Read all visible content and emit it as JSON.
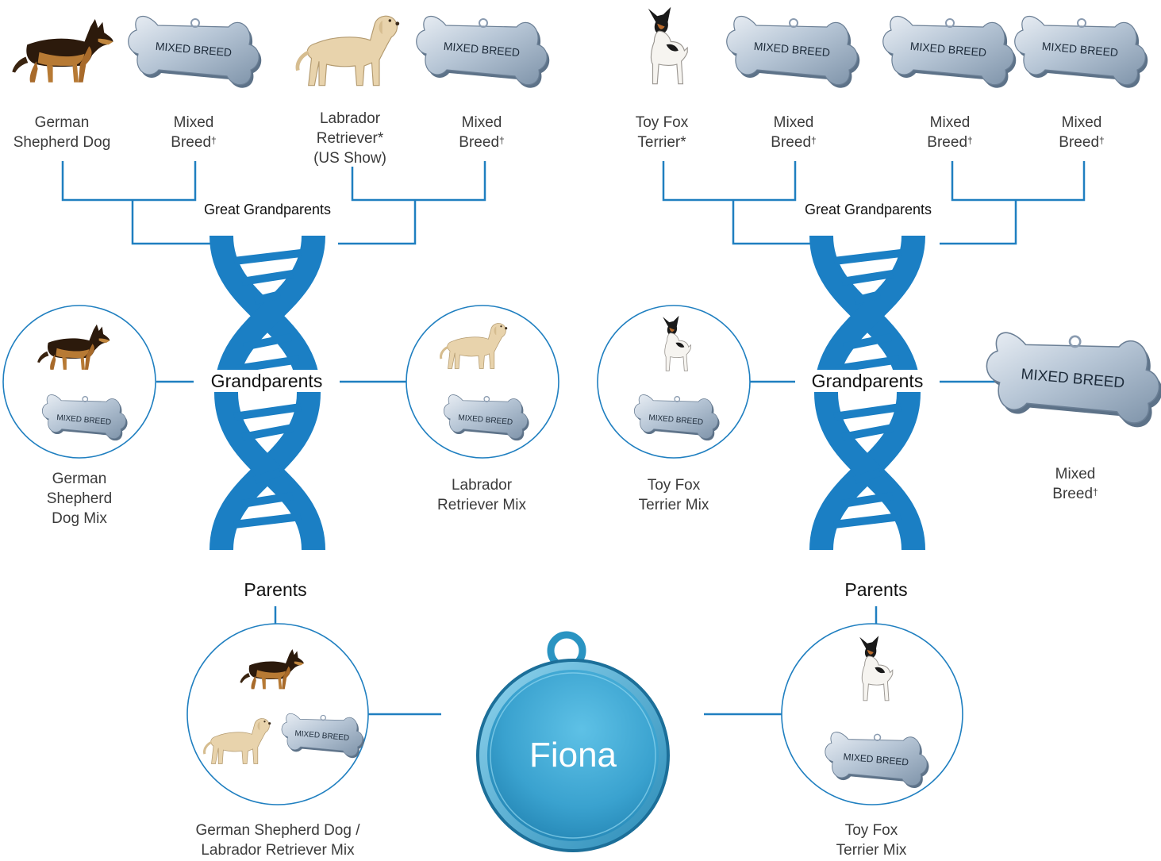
{
  "colors": {
    "line": "#1f7fc0",
    "helix": "#1b7fc4",
    "tag": "#8ea3b8",
    "fiona_disc": "#3aa6d0"
  },
  "great_grandparents": [
    {
      "breed": "German Shepherd Dog",
      "lines": [
        "German",
        "Shepherd Dog"
      ],
      "image": "german-shepherd"
    },
    {
      "breed": "Mixed Breed",
      "lines": [
        "Mixed",
        "Breed"
      ],
      "mark": "†",
      "image": "mixed-breed-tag"
    },
    {
      "breed": "Labrador Retriever* (US Show)",
      "lines": [
        "Labrador",
        "Retriever*",
        "(US Show)"
      ],
      "image": "labrador"
    },
    {
      "breed": "Mixed Breed",
      "lines": [
        "Mixed",
        "Breed"
      ],
      "mark": "†",
      "image": "mixed-breed-tag"
    },
    {
      "breed": "Toy Fox Terrier*",
      "lines": [
        "Toy Fox",
        "Terrier*"
      ],
      "image": "toy-fox-terrier"
    },
    {
      "breed": "Mixed Breed",
      "lines": [
        "Mixed",
        "Breed"
      ],
      "mark": "†",
      "image": "mixed-breed-tag"
    },
    {
      "breed": "Mixed Breed",
      "lines": [
        "Mixed",
        "Breed"
      ],
      "mark": "†",
      "image": "mixed-breed-tag"
    },
    {
      "breed": "Mixed Breed",
      "lines": [
        "Mixed",
        "Breed"
      ],
      "mark": "†",
      "image": "mixed-breed-tag"
    }
  ],
  "generation_labels": {
    "great_grandparents": "Great Grandparents",
    "grandparents": "Grandparents",
    "parents": "Parents"
  },
  "grandparents": [
    {
      "breed": "German Shepherd Dog Mix",
      "lines": [
        "German",
        "Shepherd",
        "Dog Mix"
      ]
    },
    {
      "breed": "Labrador Retriever Mix",
      "lines": [
        "Labrador",
        "Retriever Mix"
      ]
    },
    {
      "breed": "Toy Fox Terrier Mix",
      "lines": [
        "Toy Fox",
        "Terrier Mix"
      ]
    },
    {
      "breed": "Mixed Breed",
      "lines": [
        "Mixed",
        "Breed"
      ],
      "mark": "†"
    }
  ],
  "parents": [
    {
      "breed": "German Shepherd Dog / Labrador Retriever Mix",
      "lines": [
        "German Shepherd Dog /",
        "Labrador Retriever Mix"
      ]
    },
    {
      "breed": "Toy Fox Terrier Mix",
      "lines": [
        "Toy Fox",
        "Terrier Mix"
      ]
    }
  ],
  "tag_text": "MIXED BREED",
  "dog": {
    "name": "Fiona"
  }
}
